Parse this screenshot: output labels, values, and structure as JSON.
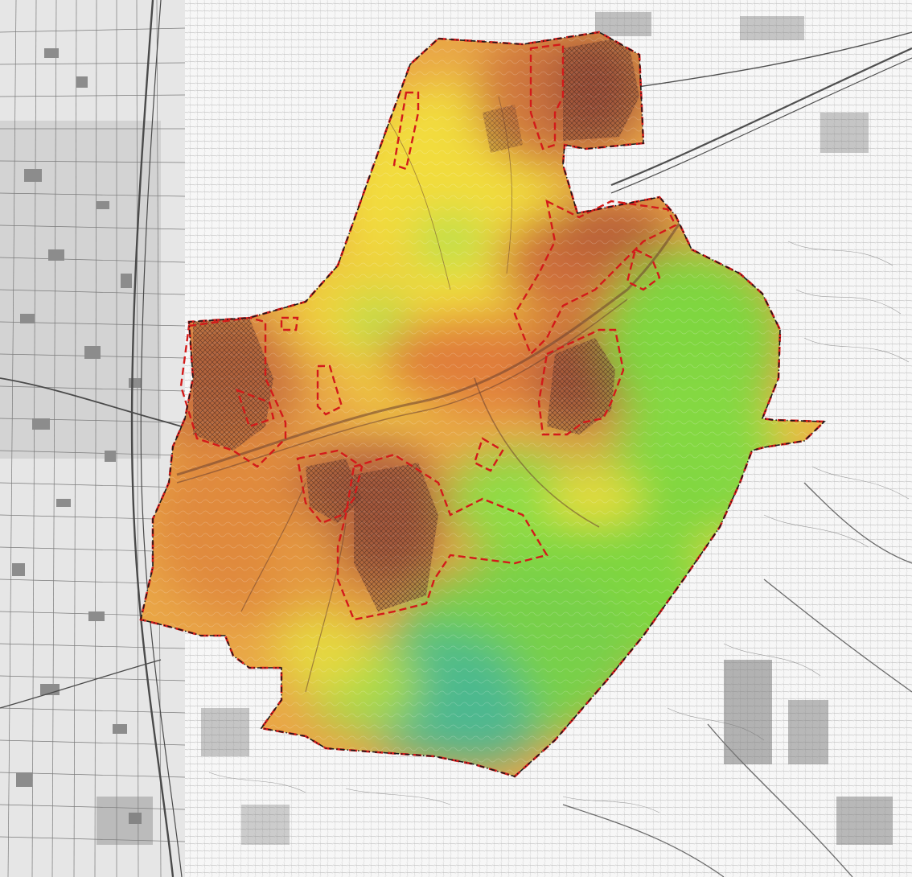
{
  "map": {
    "kind": "thematic-raster-over-cadastral-basemap",
    "labels": [],
    "colors": {
      "basemap_background": "#f7f7f7",
      "basemap_lines": "#8a8a8a",
      "basemap_urban": "#5e5e5e",
      "study_boundary": "#1a1a1a",
      "subzone_boundary": "#d31a1a",
      "class_very_high": "#a8553a",
      "class_high": "#e0853a",
      "class_medium_high": "#efb04a",
      "class_medium": "#f2dc3c",
      "class_low": "#b9e04a",
      "class_very_low": "#7fd640",
      "class_min": "#4dbb8a"
    },
    "boundaries": {
      "study_area_style": "black dash-dot",
      "subzone_style": "red dashed"
    }
  }
}
